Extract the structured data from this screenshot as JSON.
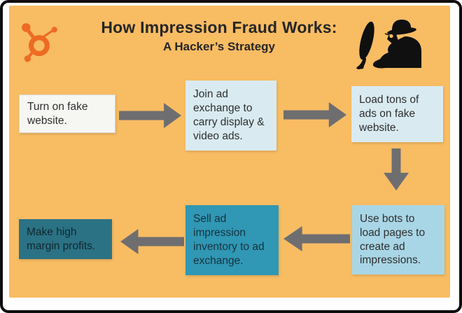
{
  "header": {
    "title": "How Impression Fraud Works:",
    "subtitle": "A Hacker’s Strategy"
  },
  "icons": {
    "logo": "hubspot-sprocket-icon",
    "hacker": "hacker-at-computer-icon"
  },
  "colors": {
    "canvas_background": "#f8bc63",
    "logo_orange": "#ed6b23",
    "arrow_gray": "#6e6e70",
    "box_white": "#f6f6f3",
    "box_light_blue": "#d9ebf1",
    "box_medium_blue": "#a9d6e6",
    "box_teal": "#3097b4",
    "box_dark_teal": "#2b7285",
    "title_text": "#262626"
  },
  "flow": {
    "steps": [
      {
        "label": "Turn on fake website.",
        "variant": "white"
      },
      {
        "label": "Join ad exchange to carry display & video ads.",
        "variant": "light-blue"
      },
      {
        "label": "Load tons of ads on fake website.",
        "variant": "light-blue"
      },
      {
        "label": "Use bots to load pages to create ad impressions.",
        "variant": "medium-blue"
      },
      {
        "label": "Sell ad impression inventory to ad exchange.",
        "variant": "teal"
      },
      {
        "label": "Make high margin profits.",
        "variant": "dark-teal"
      }
    ]
  }
}
